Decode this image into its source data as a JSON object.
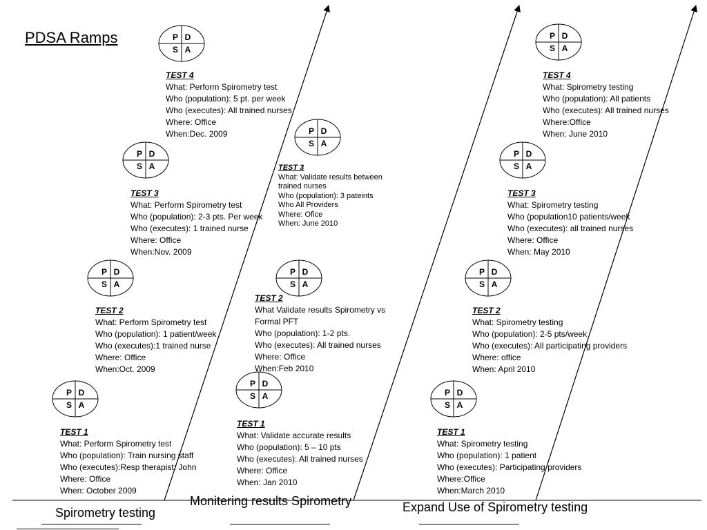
{
  "title": "PDSA Ramps",
  "pdsa_labels": {
    "p": "P",
    "d": "D",
    "s": "S",
    "a": "A"
  },
  "ramps": [
    {
      "label": "Spirometry testing",
      "tests": [
        {
          "head": "TEST 4",
          "lines": [
            "What: Perform Spirometry test",
            "Who (population): 5 pt. per week",
            "Who (executes): All trained nurses",
            "Where: Office",
            "When:Dec. 2009"
          ]
        },
        {
          "head": "TEST 3",
          "lines": [
            "What: Perform Spirometry test",
            "Who (population): 2-3 pts. Per week",
            "Who (executes): 1 trained nurse",
            "Where: Office",
            "When:Nov. 2009"
          ]
        },
        {
          "head": "TEST 2",
          "lines": [
            "What: Perform Spirometry test",
            "Who (population): 1 patient/week",
            "Who (executes):1 trained nurse",
            "Where: Office",
            "When:Oct. 2009"
          ]
        },
        {
          "head": "TEST 1",
          "lines": [
            "What: Perform Spirometry test",
            "Who (population): Train nursing staff",
            "Who (executes):Resp therapist: John",
            "Where: Office",
            "When: October 2009"
          ]
        }
      ]
    },
    {
      "label": "Monitering results Spirometry",
      "tests": [
        {
          "head": "TEST 3",
          "lines": [
            "What: Validate results between",
            "trained nurses",
            "Who (population): 3 pateints",
            "Who  All Providers",
            "Where: Ofice",
            "When: June 2010"
          ]
        },
        {
          "head": "TEST 2",
          "lines": [
            "What Validate results Spirometry vs",
            "Formal PFT",
            "Who (population): 1-2 pts.",
            "Who (executes): All trained nurses",
            "Where: Office",
            "When:Feb 2010"
          ]
        },
        {
          "head": "TEST 1",
          "lines": [
            "What: Validate  accurate results",
            "Who (population): 5 – 10 pts",
            "Who (executes): All trained nurses",
            "Where: Office",
            "When: Jan 2010"
          ]
        }
      ]
    },
    {
      "label": "Expand Use of Spirometry testing",
      "tests": [
        {
          "head": "TEST 4",
          "lines": [
            "What: Spirometry testing",
            "Who (population): All patients",
            "Who (executes): All trained nurses",
            "Where:Office",
            "When: June 2010"
          ]
        },
        {
          "head": "TEST 3",
          "lines": [
            "What: Spirometry testing",
            "Who (population10 patients/week",
            "Who (executes): all trained nurses",
            "Where: Office",
            "When: May 2010"
          ]
        },
        {
          "head": "TEST 2",
          "lines": [
            "What: Spirometry testing",
            "Who (population): 2-5 pts/week",
            "Who (executes): All participating providers",
            "Where: office",
            "When: April 2010"
          ]
        },
        {
          "head": "TEST 1",
          "lines": [
            "What: Spirometry testing",
            "Who (population): 1 patient",
            "Who (executes): Participating  providers",
            "Where:Office",
            "When:March 2010"
          ]
        }
      ]
    }
  ]
}
